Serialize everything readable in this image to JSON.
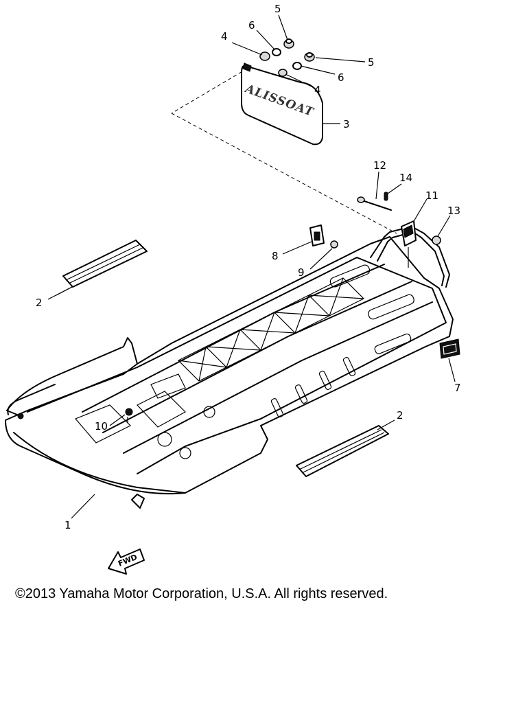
{
  "diagram": {
    "callouts": [
      {
        "id": "c1",
        "label": "1"
      },
      {
        "id": "c2a",
        "label": "2"
      },
      {
        "id": "c2b",
        "label": "2"
      },
      {
        "id": "c3",
        "label": "3"
      },
      {
        "id": "c4a",
        "label": "4"
      },
      {
        "id": "c4b",
        "label": "4"
      },
      {
        "id": "c5a",
        "label": "5"
      },
      {
        "id": "c5b",
        "label": "5"
      },
      {
        "id": "c6a",
        "label": "6"
      },
      {
        "id": "c6b",
        "label": "6"
      },
      {
        "id": "c7",
        "label": "7"
      },
      {
        "id": "c8",
        "label": "8"
      },
      {
        "id": "c9",
        "label": "9"
      },
      {
        "id": "c10",
        "label": "10"
      },
      {
        "id": "c11",
        "label": "11"
      },
      {
        "id": "c12",
        "label": "12"
      },
      {
        "id": "c13",
        "label": "13"
      },
      {
        "id": "c14",
        "label": "14"
      }
    ],
    "fwd_label": "FWD",
    "plate_label": "ALISSOAT"
  },
  "copyright": "©2013 Yamaha Motor Corporation, U.S.A. All rights reserved."
}
